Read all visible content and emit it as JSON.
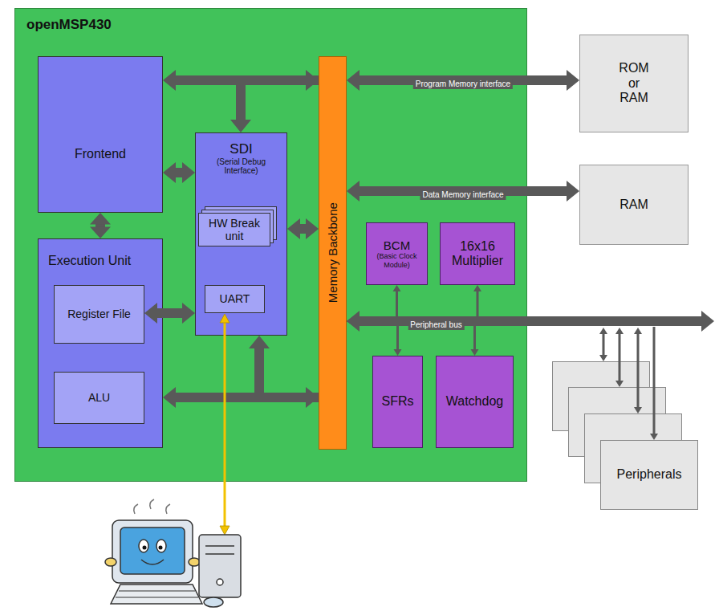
{
  "diagram": {
    "nodes": [
      {
        "text": [
          "openMSP430"
        ]
      },
      {
        "text": [
          "Frontend"
        ],
        "in": 0
      },
      {
        "text": [
          "SDI",
          "(Serial Debug Interface)"
        ],
        "in": 0
      },
      {
        "text": [
          "HW Break unit"
        ],
        "in": 2
      },
      {
        "text": [
          "UART"
        ],
        "in": 2
      },
      {
        "text": [
          "Execution Unit"
        ],
        "in": 0
      },
      {
        "text": [
          "Register File"
        ],
        "in": 5
      },
      {
        "text": [
          "ALU"
        ],
        "in": 5
      },
      {
        "text": [
          "Memory Backbone"
        ],
        "in": 0
      },
      {
        "text": [
          "BCM",
          "(Basic Clock Module)"
        ],
        "in": 0
      },
      {
        "text": [
          "16x16 Multiplier"
        ],
        "in": 0
      },
      {
        "text": [
          "SFRs"
        ],
        "in": 0
      },
      {
        "text": [
          "Watchdog"
        ],
        "in": 0
      },
      {
        "text": [
          "ROM or RAM"
        ]
      },
      {
        "text": [
          "RAM"
        ]
      },
      {
        "text": [
          "Peripherals"
        ]
      }
    ],
    "edges": [
      {
        "from": 1,
        "to": 8,
        "arrow": "both"
      },
      {
        "from": 8,
        "to": 2,
        "arrow": "to"
      },
      {
        "from": 1,
        "to": 2,
        "arrow": "both"
      },
      {
        "from": 1,
        "to": 5,
        "arrow": "both"
      },
      {
        "from": 6,
        "to": 2,
        "arrow": "both"
      },
      {
        "from": 2,
        "to": 8,
        "arrow": "both"
      },
      {
        "from": 5,
        "to": 8,
        "arrow": "both"
      },
      {
        "from": 8,
        "to": 2,
        "arrow": "to"
      },
      {
        "from": 8,
        "to": 13,
        "label": "Program Memory interface",
        "arrow": "both"
      },
      {
        "from": 8,
        "to": 14,
        "label": "Data Memory interface",
        "arrow": "both"
      },
      {
        "from": 8,
        "to": 15,
        "label": "Peripheral bus",
        "arrow": "both"
      },
      {
        "from": 9,
        "to": 8,
        "arrow": "both"
      },
      {
        "from": 10,
        "to": 8,
        "arrow": "both"
      },
      {
        "from": 11,
        "to": 8,
        "arrow": "both"
      },
      {
        "from": 12,
        "to": 8,
        "arrow": "both"
      }
    ]
  }
}
